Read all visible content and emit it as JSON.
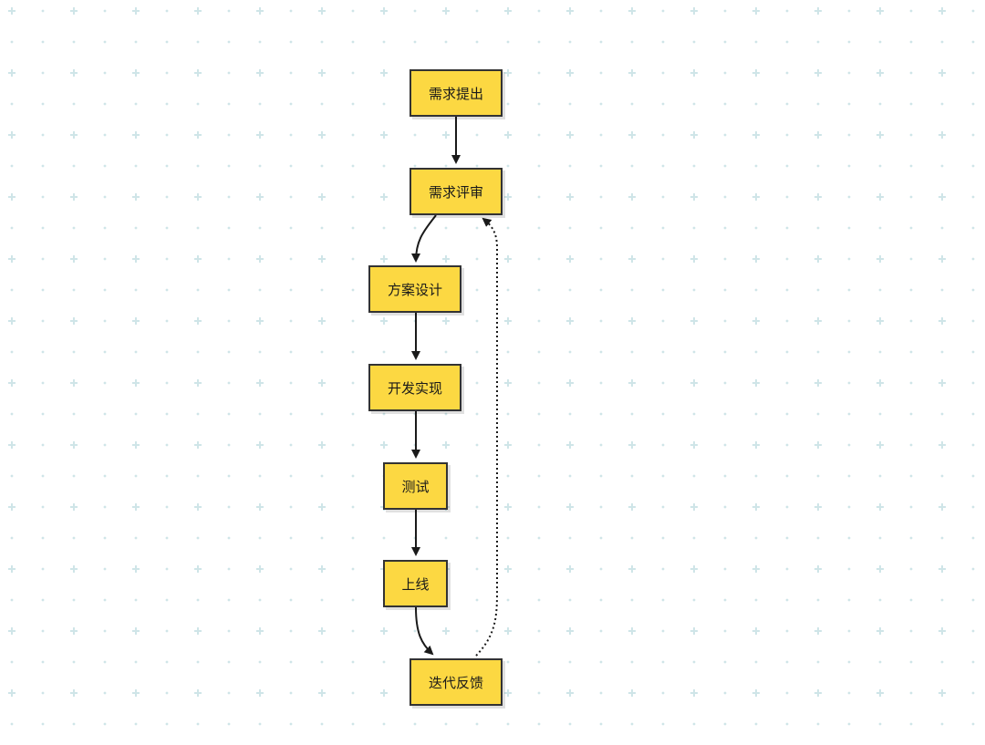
{
  "colors": {
    "node_fill": "#fcd842",
    "node_border": "#333333",
    "edge": "#1a1a1a",
    "grid": "#cfe5e8"
  },
  "diagram": {
    "nodes": [
      {
        "id": "n1",
        "label": "需求提出"
      },
      {
        "id": "n2",
        "label": "需求评审"
      },
      {
        "id": "n3",
        "label": "方案设计"
      },
      {
        "id": "n4",
        "label": "开发实现"
      },
      {
        "id": "n5",
        "label": "测试"
      },
      {
        "id": "n6",
        "label": "上线"
      },
      {
        "id": "n7",
        "label": "迭代反馈"
      }
    ],
    "edges": [
      {
        "from": "需求提出",
        "to": "需求评审",
        "style": "solid"
      },
      {
        "from": "需求评审",
        "to": "方案设计",
        "style": "solid"
      },
      {
        "from": "方案设计",
        "to": "开发实现",
        "style": "solid"
      },
      {
        "from": "开发实现",
        "to": "测试",
        "style": "solid"
      },
      {
        "from": "测试",
        "to": "上线",
        "style": "solid"
      },
      {
        "from": "上线",
        "to": "迭代反馈",
        "style": "solid"
      },
      {
        "from": "迭代反馈",
        "to": "需求评审",
        "style": "dotted"
      }
    ]
  }
}
